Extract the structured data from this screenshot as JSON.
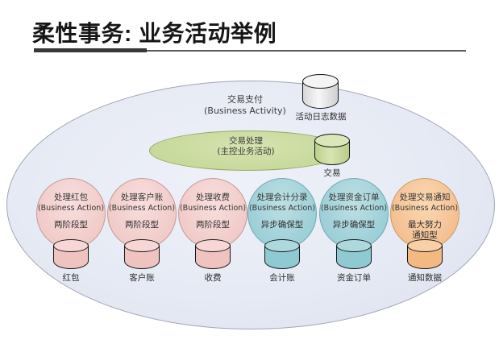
{
  "slide": {
    "title": "柔性事务: 业务活动举例"
  },
  "outer": {
    "label": "交易支付",
    "sublabel": "(Business Activity)"
  },
  "log_db": {
    "label": "活动日志数据"
  },
  "master": {
    "label": "交易处理",
    "sublabel": "(主控业务活动)",
    "db_label": "交易"
  },
  "actions": [
    {
      "title": "处理红包",
      "subtitle": "(Business Action)",
      "type_lines": [
        "两阶段型"
      ],
      "db_label": "红包",
      "theme": "pink"
    },
    {
      "title": "处理客户账",
      "subtitle": "(Business Action)",
      "type_lines": [
        "两阶段型"
      ],
      "db_label": "客户账",
      "theme": "pink"
    },
    {
      "title": "处理收费",
      "subtitle": "(Business Action)",
      "type_lines": [
        "两阶段型"
      ],
      "db_label": "收费",
      "theme": "pink"
    },
    {
      "title": "处理会计分录",
      "subtitle": "(Business Action)",
      "type_lines": [
        "异步确保型"
      ],
      "db_label": "会计账",
      "theme": "blue"
    },
    {
      "title": "处理资金订单",
      "subtitle": "(Business Action)",
      "type_lines": [
        "异步确保型"
      ],
      "db_label": "资金订单",
      "theme": "blue"
    },
    {
      "title": "处理交易通知",
      "subtitle": "(Business Action)",
      "type_lines": [
        "最大努力",
        "通知型"
      ],
      "db_label": "通知数据",
      "theme": "orange"
    }
  ],
  "themes": {
    "pink": {
      "ellipse_light": "#f8dedd",
      "ellipse_dark": "#efc9c6",
      "edge": "#c49b98",
      "cyl_top": "#f6d7d5",
      "cyl_body": "#eec3c0"
    },
    "blue": {
      "ellipse_light": "#bde0e4",
      "ellipse_dark": "#98cdd5",
      "edge": "#74a9b2",
      "cyl_top": "#add9de",
      "cyl_body": "#8fc9d1"
    },
    "orange": {
      "ellipse_light": "#fad8b3",
      "ellipse_dark": "#f3bd8d",
      "edge": "#cd9a64",
      "cyl_top": "#f8d0a8",
      "cyl_body": "#f2b983"
    }
  },
  "accent_colors": {
    "outer_fill": "#e6eaf4",
    "master_fill": "#c7d99b",
    "title_color": "#161616"
  }
}
